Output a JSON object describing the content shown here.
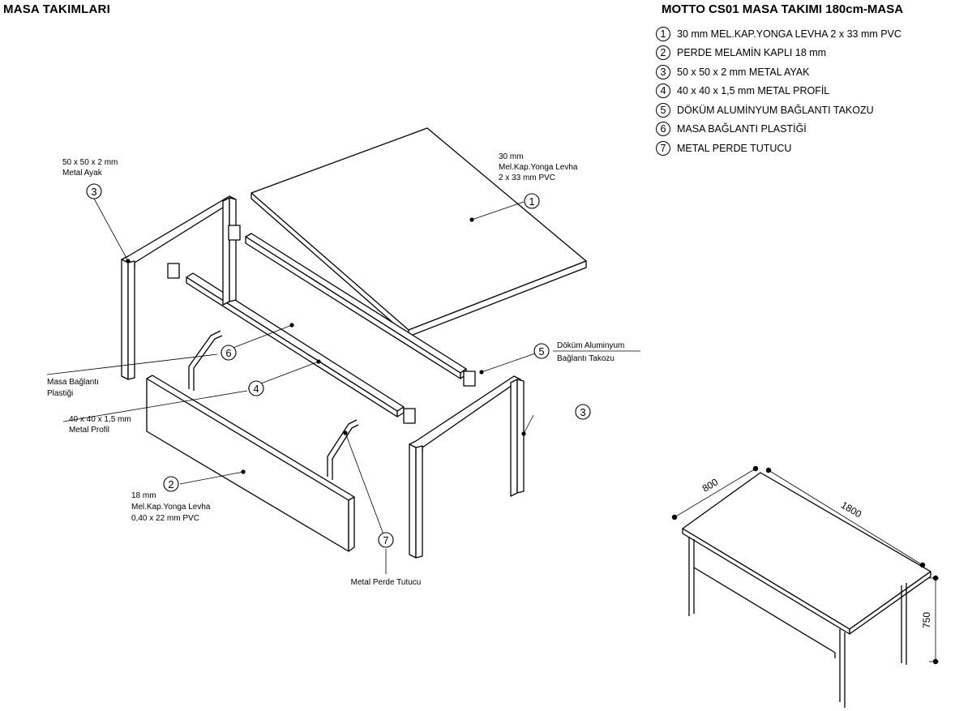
{
  "sheet_title": "MASA TAKIMLARI",
  "set_title": "MOTTO CS01 MASA TAKIMI 180cm-MASA",
  "parts": [
    {
      "num": "1",
      "text": "30 mm MEL.KAP.YONGA LEVHA 2 x 33 mm PVC"
    },
    {
      "num": "2",
      "text": "PERDE MELAMİN KAPLI 18 mm"
    },
    {
      "num": "3",
      "text": "50 x 50 x 2 mm METAL AYAK"
    },
    {
      "num": "4",
      "text": "40 x 40 x 1,5 mm METAL PROFİL"
    },
    {
      "num": "5",
      "text": "DÖKÜM ALUMİNYUM BAĞLANTI TAKOZU"
    },
    {
      "num": "6",
      "text": "MASA BAĞLANTI PLASTİĞİ"
    },
    {
      "num": "7",
      "text": "METAL PERDE TUTUCU"
    }
  ],
  "callouts": {
    "top": {
      "num": "1",
      "lines": [
        "30 mm",
        "Mel.Kap.Yonga Levha",
        "2 x 33 mm PVC"
      ]
    },
    "leg_left": {
      "num": "3",
      "lines": [
        "50 x 50 x 2 mm",
        "Metal Ayak"
      ]
    },
    "leg_right": {
      "num": "3"
    },
    "bracket": {
      "num": "5",
      "lines": [
        "Döküm Aluminyum",
        "Bağlantı Takozu"
      ]
    },
    "plastic": {
      "num": "6",
      "lines": [
        "Masa Bağlantı",
        "Plastiği"
      ]
    },
    "profile": {
      "num": "4",
      "lines": [
        "40 x 40 x 1,5 mm",
        "Metal Profil"
      ]
    },
    "panel": {
      "num": "2",
      "lines": [
        "18 mm",
        "Mel.Kap.Yonga Levha",
        "0,40 x 22 mm PVC"
      ]
    },
    "holder": {
      "num": "7",
      "lines": [
        "Metal Perde Tutucu"
      ]
    }
  },
  "dimensions": {
    "depth": "800",
    "width": "1800",
    "height": "750"
  }
}
